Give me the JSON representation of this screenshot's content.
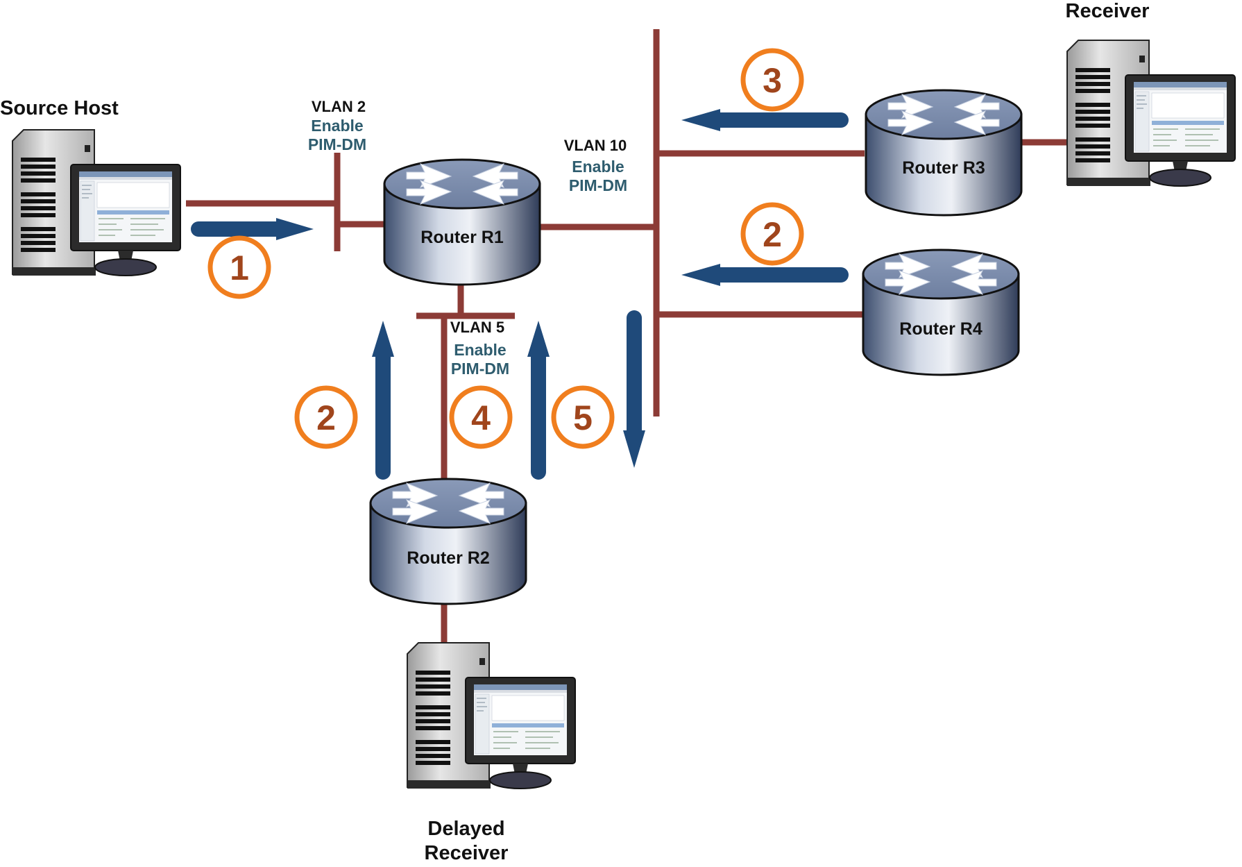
{
  "hosts": {
    "source": {
      "label": "Source Host"
    },
    "receiver": {
      "label": "Receiver"
    },
    "delayed": {
      "label_line1": "Delayed",
      "label_line2": "Receiver"
    }
  },
  "routers": {
    "r1": {
      "label": "Router R1"
    },
    "r2": {
      "label": "Router R2"
    },
    "r3": {
      "label": "Router R3"
    },
    "r4": {
      "label": "Router R4"
    }
  },
  "vlans": {
    "vlan2": {
      "name": "VLAN 2",
      "enable": "Enable",
      "protocol": "PIM-DM"
    },
    "vlan10": {
      "name": "VLAN 10",
      "enable": "Enable",
      "protocol": "PIM-DM"
    },
    "vlan5": {
      "name": "VLAN 5",
      "enable": "Enable",
      "protocol": "PIM-DM"
    }
  },
  "steps": {
    "s1": "1",
    "s2_r2": "2",
    "s2_r4": "2",
    "s3": "3",
    "s4": "4",
    "s5": "5"
  },
  "colors": {
    "link": "#8c3b36",
    "arrow": "#1f4a7a",
    "step_ring": "#f07e1e",
    "step_text": "#a0451c",
    "pim_text": "#2e5c6e"
  }
}
